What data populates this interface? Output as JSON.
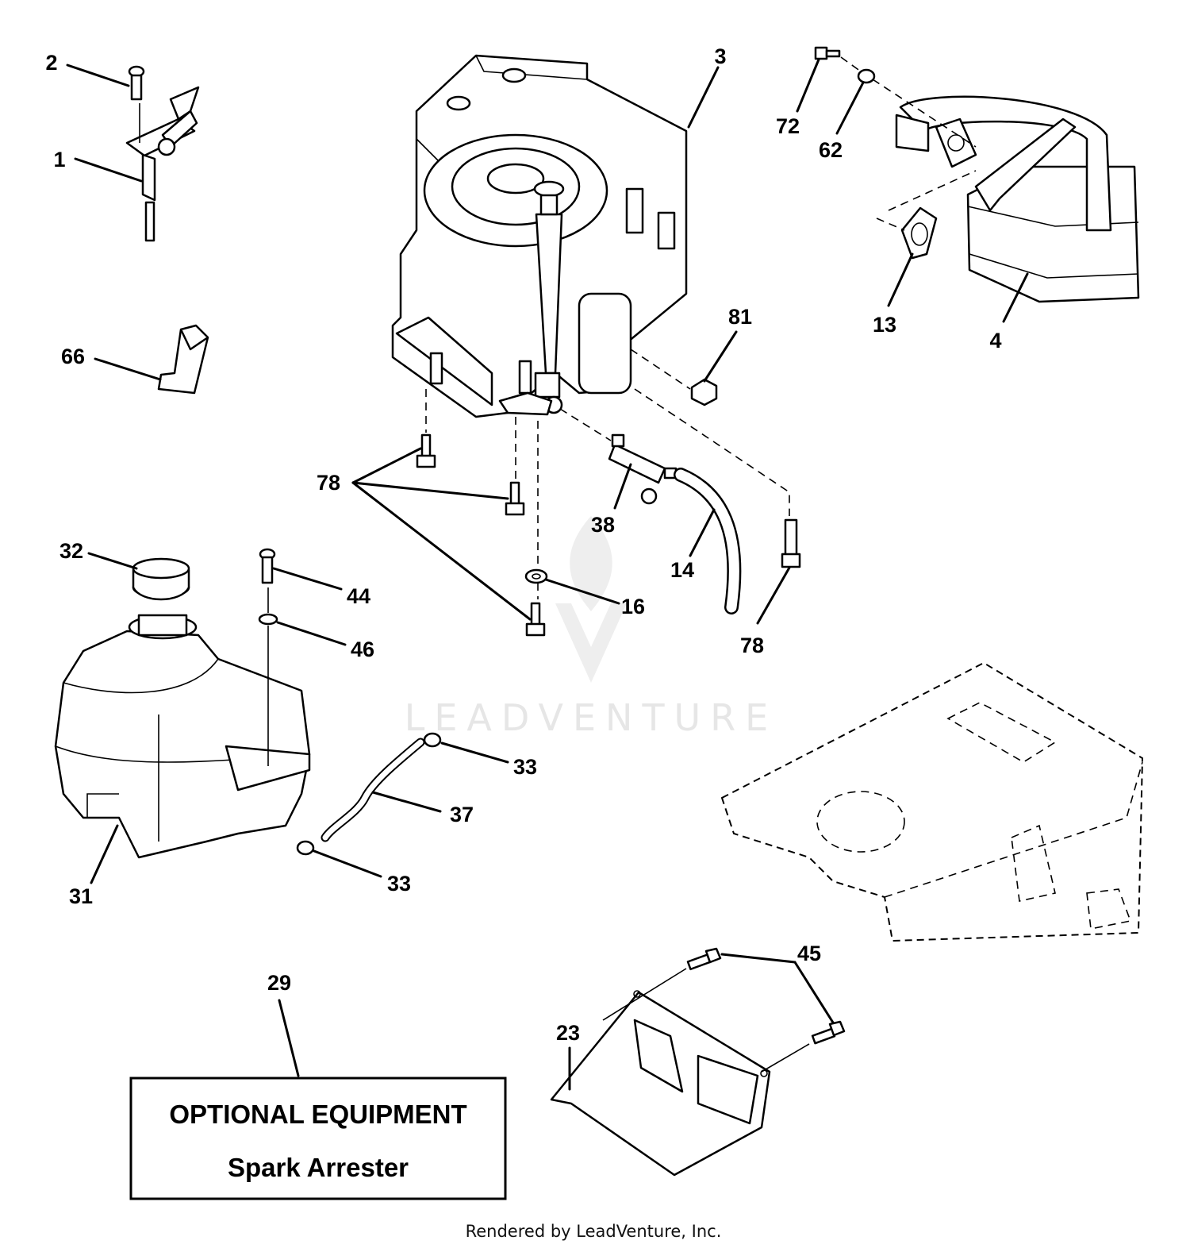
{
  "callouts": {
    "c1": "1",
    "c2": "2",
    "c3": "3",
    "c4": "4",
    "c13": "13",
    "c62": "62",
    "c72": "72",
    "c66": "66",
    "c81": "81",
    "c78a": "78",
    "c78b": "78",
    "c38": "38",
    "c14": "14",
    "c16": "16",
    "c32": "32",
    "c44": "44",
    "c46": "46",
    "c31": "31",
    "c33a": "33",
    "c33b": "33",
    "c37": "37",
    "c29": "29",
    "c23": "23",
    "c45": "45"
  },
  "optional_box": {
    "title": "OPTIONAL EQUIPMENT",
    "subtitle": "Spark Arrester"
  },
  "watermark": "LEADVENTURE",
  "footer": "Rendered by LeadVenture, Inc.",
  "colors": {
    "line": "#000000",
    "watermark": "#e6e6e6",
    "background": "#ffffff"
  }
}
